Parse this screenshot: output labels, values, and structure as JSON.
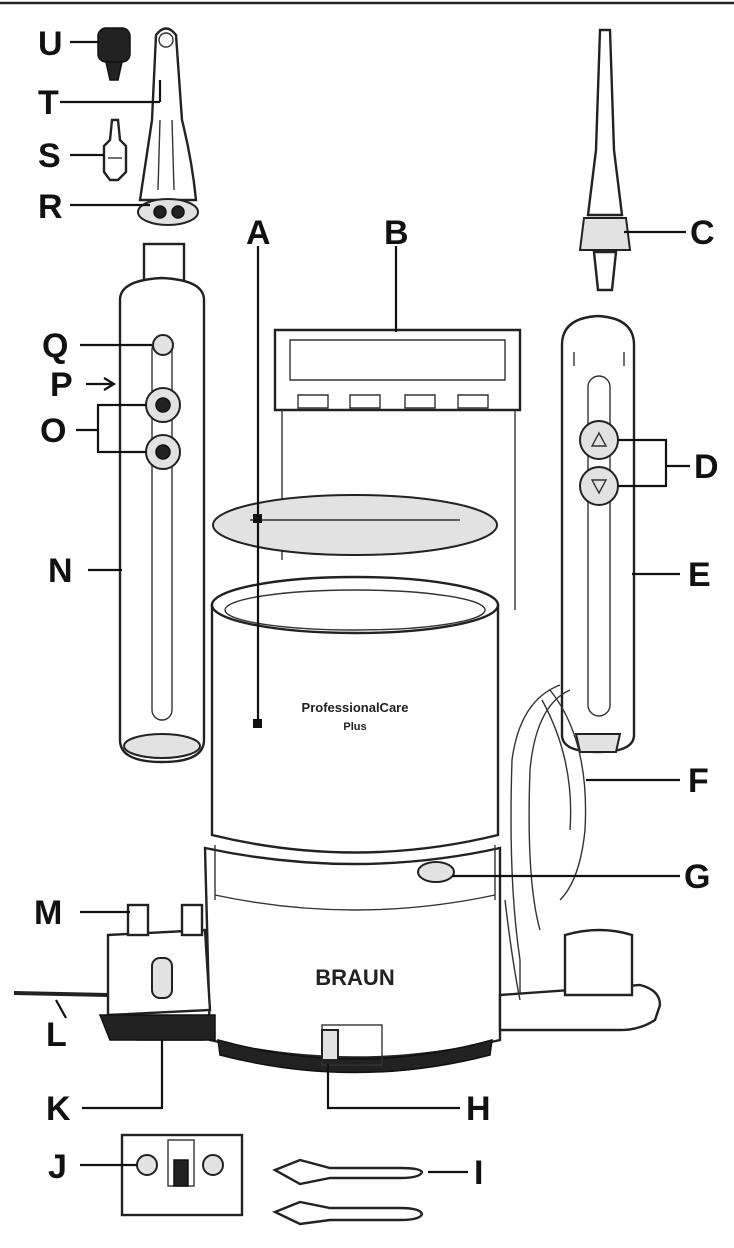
{
  "labels": {
    "A": "A",
    "B": "B",
    "C": "C",
    "D": "D",
    "E": "E",
    "F": "F",
    "G": "G",
    "H": "H",
    "I": "I",
    "J": "J",
    "K": "K",
    "L": "L",
    "M": "M",
    "N": "N",
    "O": "O",
    "P": "P",
    "Q": "Q",
    "R": "R",
    "S": "S",
    "T": "T",
    "U": "U"
  },
  "brand": {
    "cup_text_line1": "ProfessionalCare",
    "cup_text_line2": "Plus",
    "base_logo": "BRAUN"
  }
}
